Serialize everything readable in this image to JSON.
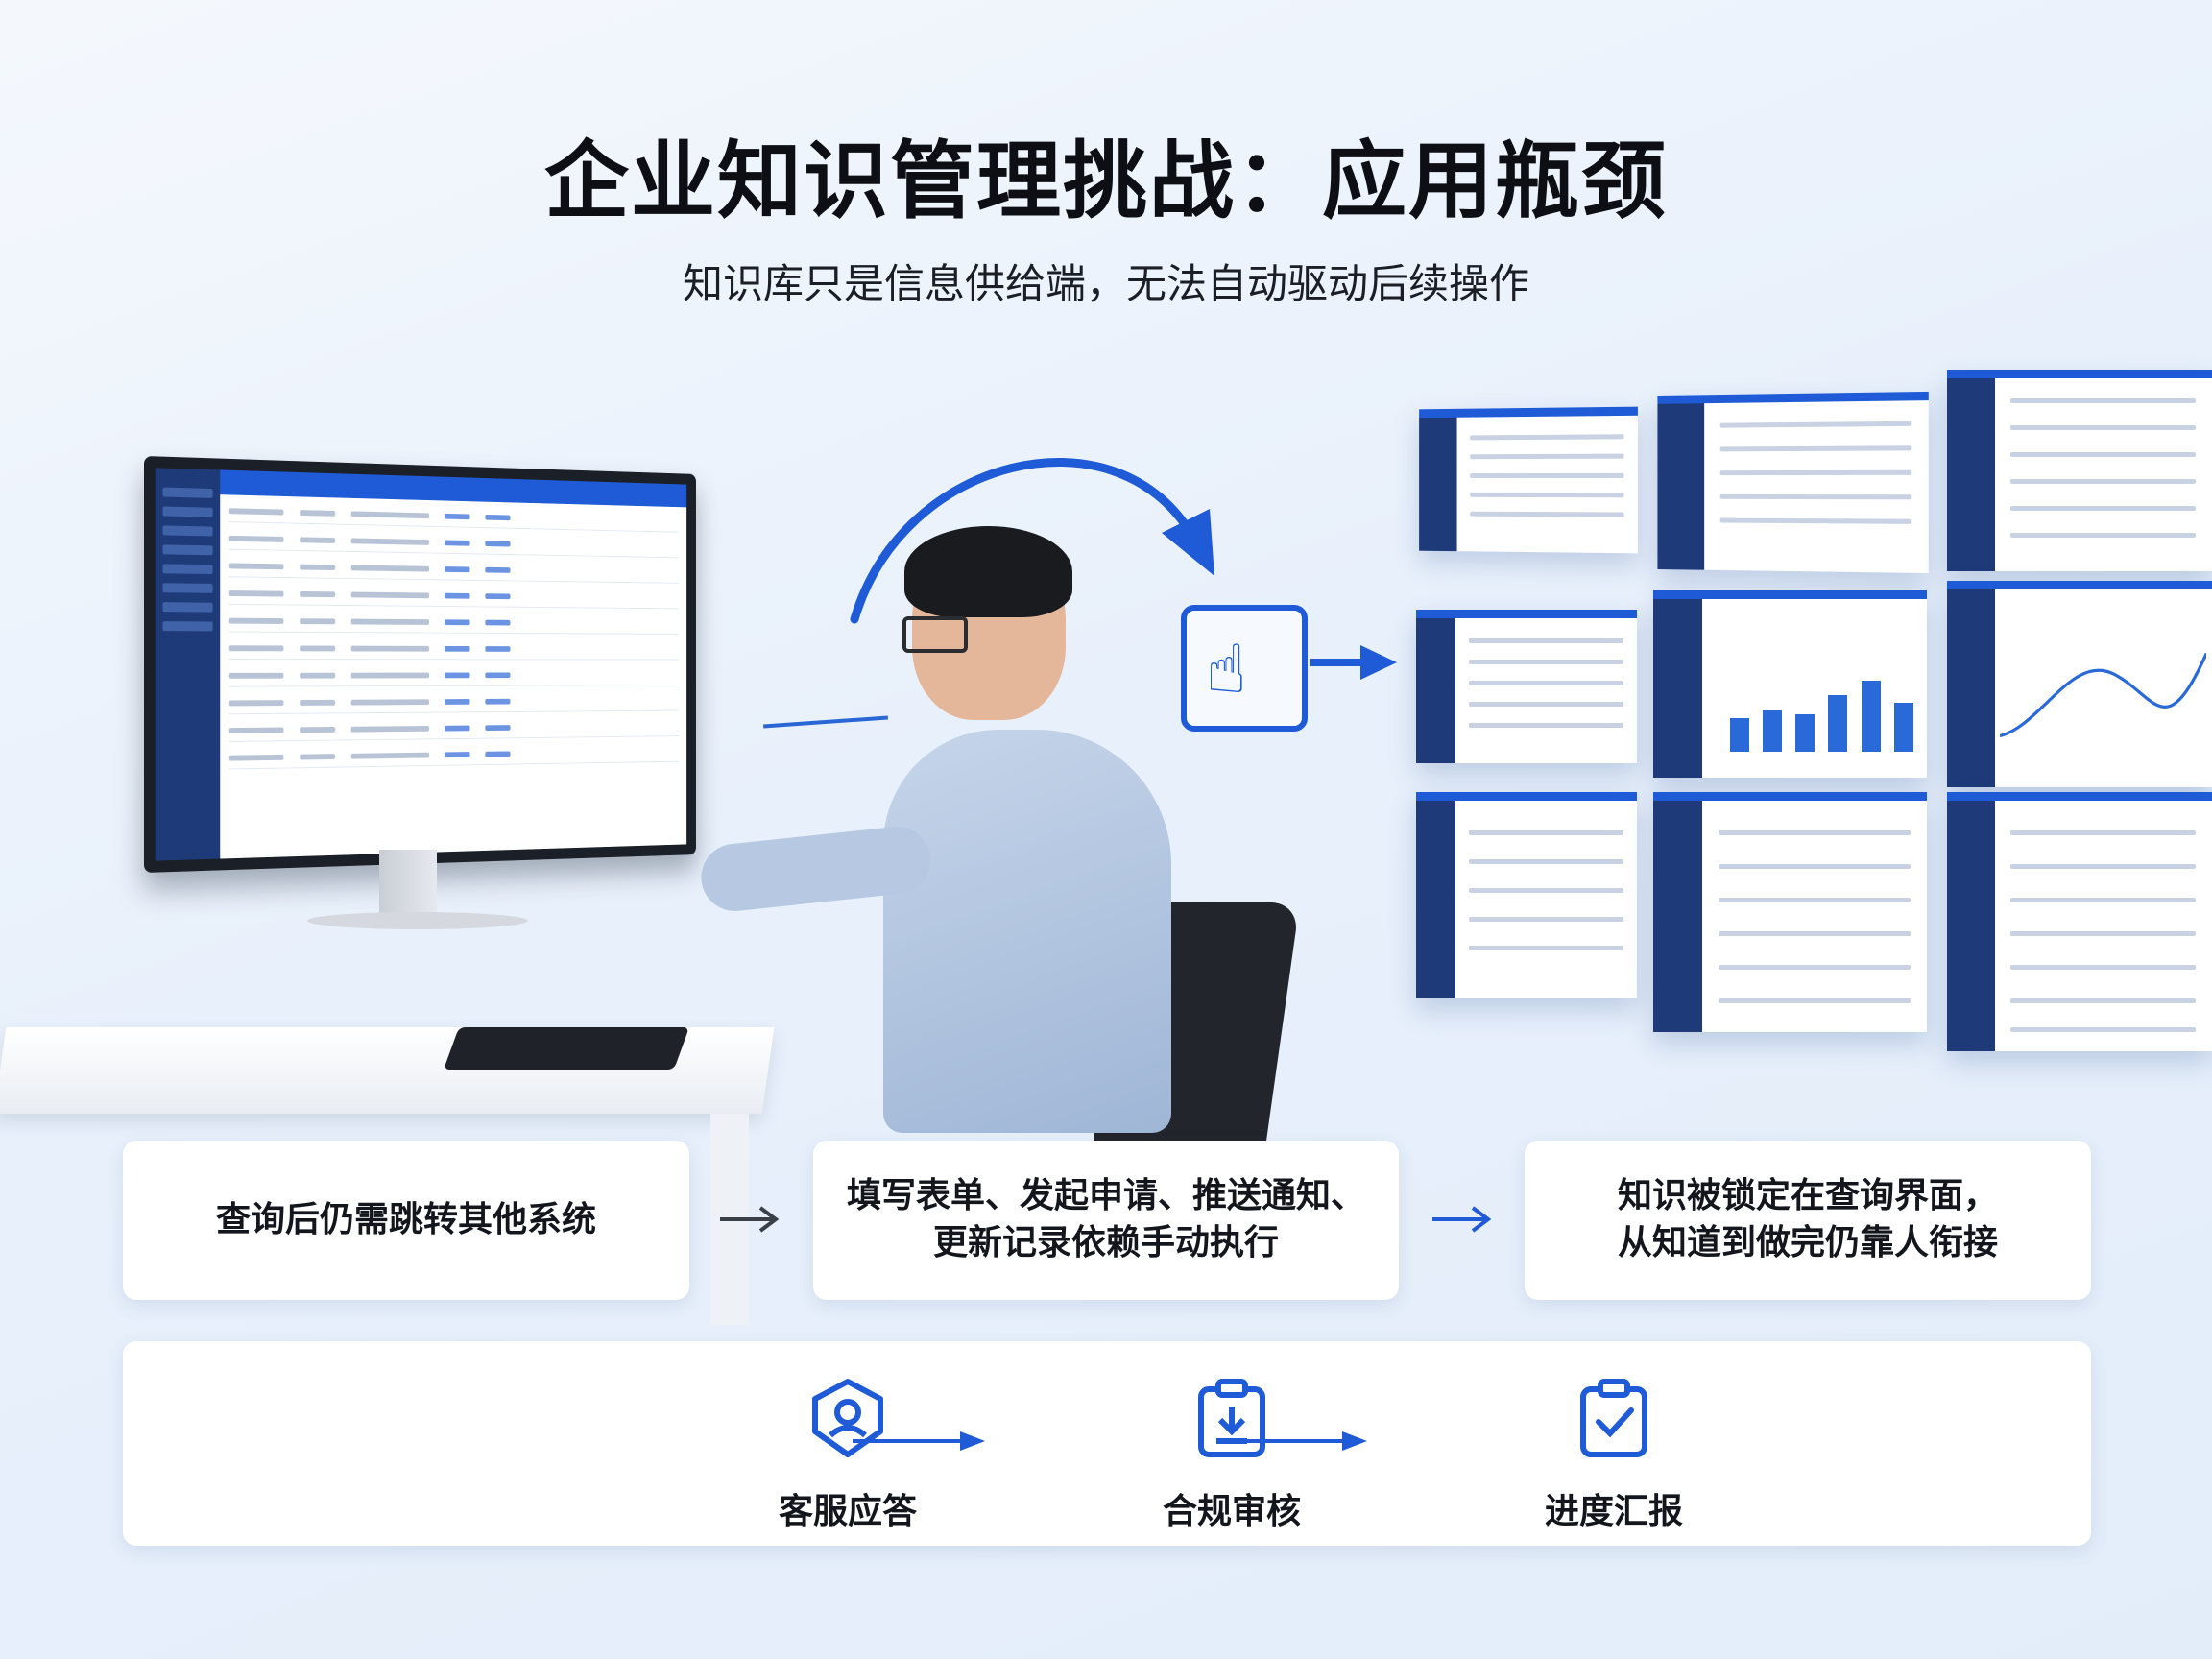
{
  "header": {
    "title": "企业知识管理挑战：应用瓶颈",
    "subtitle": "知识库只是信息供给端，无法自动驱动后续操作"
  },
  "cards": [
    {
      "text": "查询后仍需跳转其他系统"
    },
    {
      "line1": "填写表单、发起申请、推送通知、",
      "line2": "更新记录依赖手动执行"
    },
    {
      "line1": "知识被锁定在查询界面，",
      "line2": "从知道到做完仍靠人衔接"
    }
  ],
  "flow": {
    "steps": [
      {
        "label": "客服应答",
        "icon": "shield-person-icon"
      },
      {
        "label": "合规审核",
        "icon": "clipboard-download-icon"
      },
      {
        "label": "进度汇报",
        "icon": "clipboard-check-icon"
      }
    ]
  },
  "colors": {
    "accent": "#1f5bd6",
    "sidebar": "#1e3a78",
    "text": "#13161c"
  }
}
